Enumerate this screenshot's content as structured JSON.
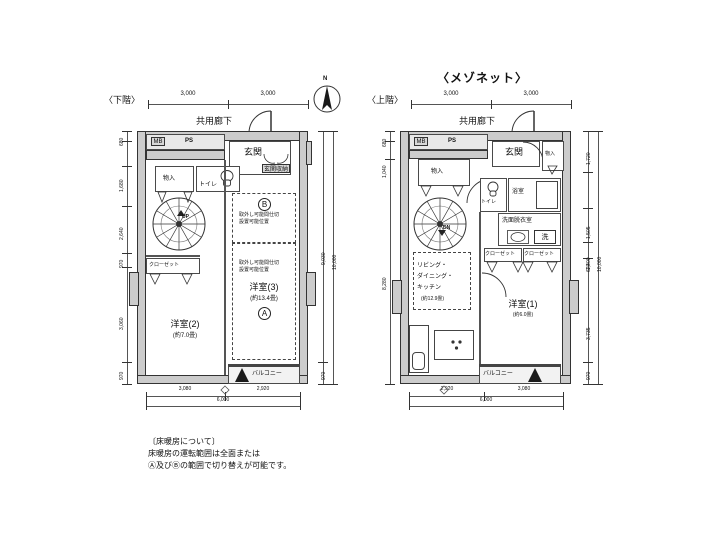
{
  "document": {
    "type": "floor-plan",
    "title_right": "〈メゾネット〉",
    "floor_label_lower": "〈下階〉",
    "floor_label_upper": "〈上階〉",
    "compass_label": "N"
  },
  "note": {
    "line1": "〔床暖房について〕",
    "line2": "床暖房の運転範囲は全面または",
    "line3": "Ⓐ及びⒷの範囲で切り替えが可能です。"
  },
  "lower_floor": {
    "corridor": "共用廊下",
    "rooms": [
      {
        "name": "PS",
        "sub": ""
      },
      {
        "name": "MB",
        "sub": ""
      },
      {
        "name": "玄関",
        "sub": ""
      },
      {
        "name": "玄関収納",
        "sub": ""
      },
      {
        "name": "物入",
        "sub": ""
      },
      {
        "name": "トイレ",
        "sub": ""
      },
      {
        "name": "クローゼット",
        "sub": ""
      },
      {
        "name": "洋室(2)",
        "sub": "(約7.0畳)"
      },
      {
        "name": "洋室(3)",
        "sub": "(約13.4畳)"
      },
      {
        "name": "バルコニー",
        "sub": ""
      }
    ],
    "stair_label": "UP",
    "partition_note_1": "取外し可能間仕切",
    "partition_note_2": "設置可能位置",
    "zone_a": "A",
    "zone_b": "B",
    "dims_top": [
      "3,000",
      "3,000"
    ],
    "dims_left": [
      "680",
      "1,680",
      "2,640",
      "970",
      "3,060",
      "970"
    ],
    "dims_right": [
      "9,030",
      "10,000",
      "970"
    ],
    "dims_bottom": [
      "3,080",
      "2,920"
    ],
    "dims_bottom_total": "6,000"
  },
  "upper_floor": {
    "corridor": "共用廊下",
    "rooms": [
      {
        "name": "PS",
        "sub": ""
      },
      {
        "name": "MB",
        "sub": ""
      },
      {
        "name": "玄関",
        "sub": ""
      },
      {
        "name": "物入",
        "sub": ""
      },
      {
        "name": "物入",
        "sub": ""
      },
      {
        "name": "トイレ",
        "sub": ""
      },
      {
        "name": "浴室",
        "sub": ""
      },
      {
        "name": "洗面脱衣室",
        "sub": ""
      },
      {
        "name": "洗",
        "sub": ""
      },
      {
        "name": "クローゼット",
        "sub": ""
      },
      {
        "name": "クローゼット",
        "sub": ""
      },
      {
        "name": "リビング・ダイニング・キッチン",
        "sub": "(約12.9畳)"
      },
      {
        "name": "洋室(1)",
        "sub": "(約6.0畳)"
      },
      {
        "name": "バルコニー",
        "sub": ""
      }
    ],
    "ldk_line1": "リビング・",
    "ldk_line2": "ダイニング・",
    "ldk_line3": "キッチン",
    "ldk_sub": "(約12.9畳)",
    "stair_label": "DN",
    "dims_top": [
      "3,000",
      "3,000"
    ],
    "dims_left": [
      "680",
      "1,040",
      "8,280"
    ],
    "dims_right": [
      "1,720",
      "1,505",
      "1,400",
      "670",
      "10,000",
      "3,735",
      "970"
    ],
    "dims_bottom": [
      "2,920",
      "3,080"
    ],
    "dims_bottom_total": "6,000"
  },
  "colors": {
    "wall": "#cccccc",
    "outline": "#333333",
    "paper": "#ffffff",
    "text": "#111111"
  }
}
